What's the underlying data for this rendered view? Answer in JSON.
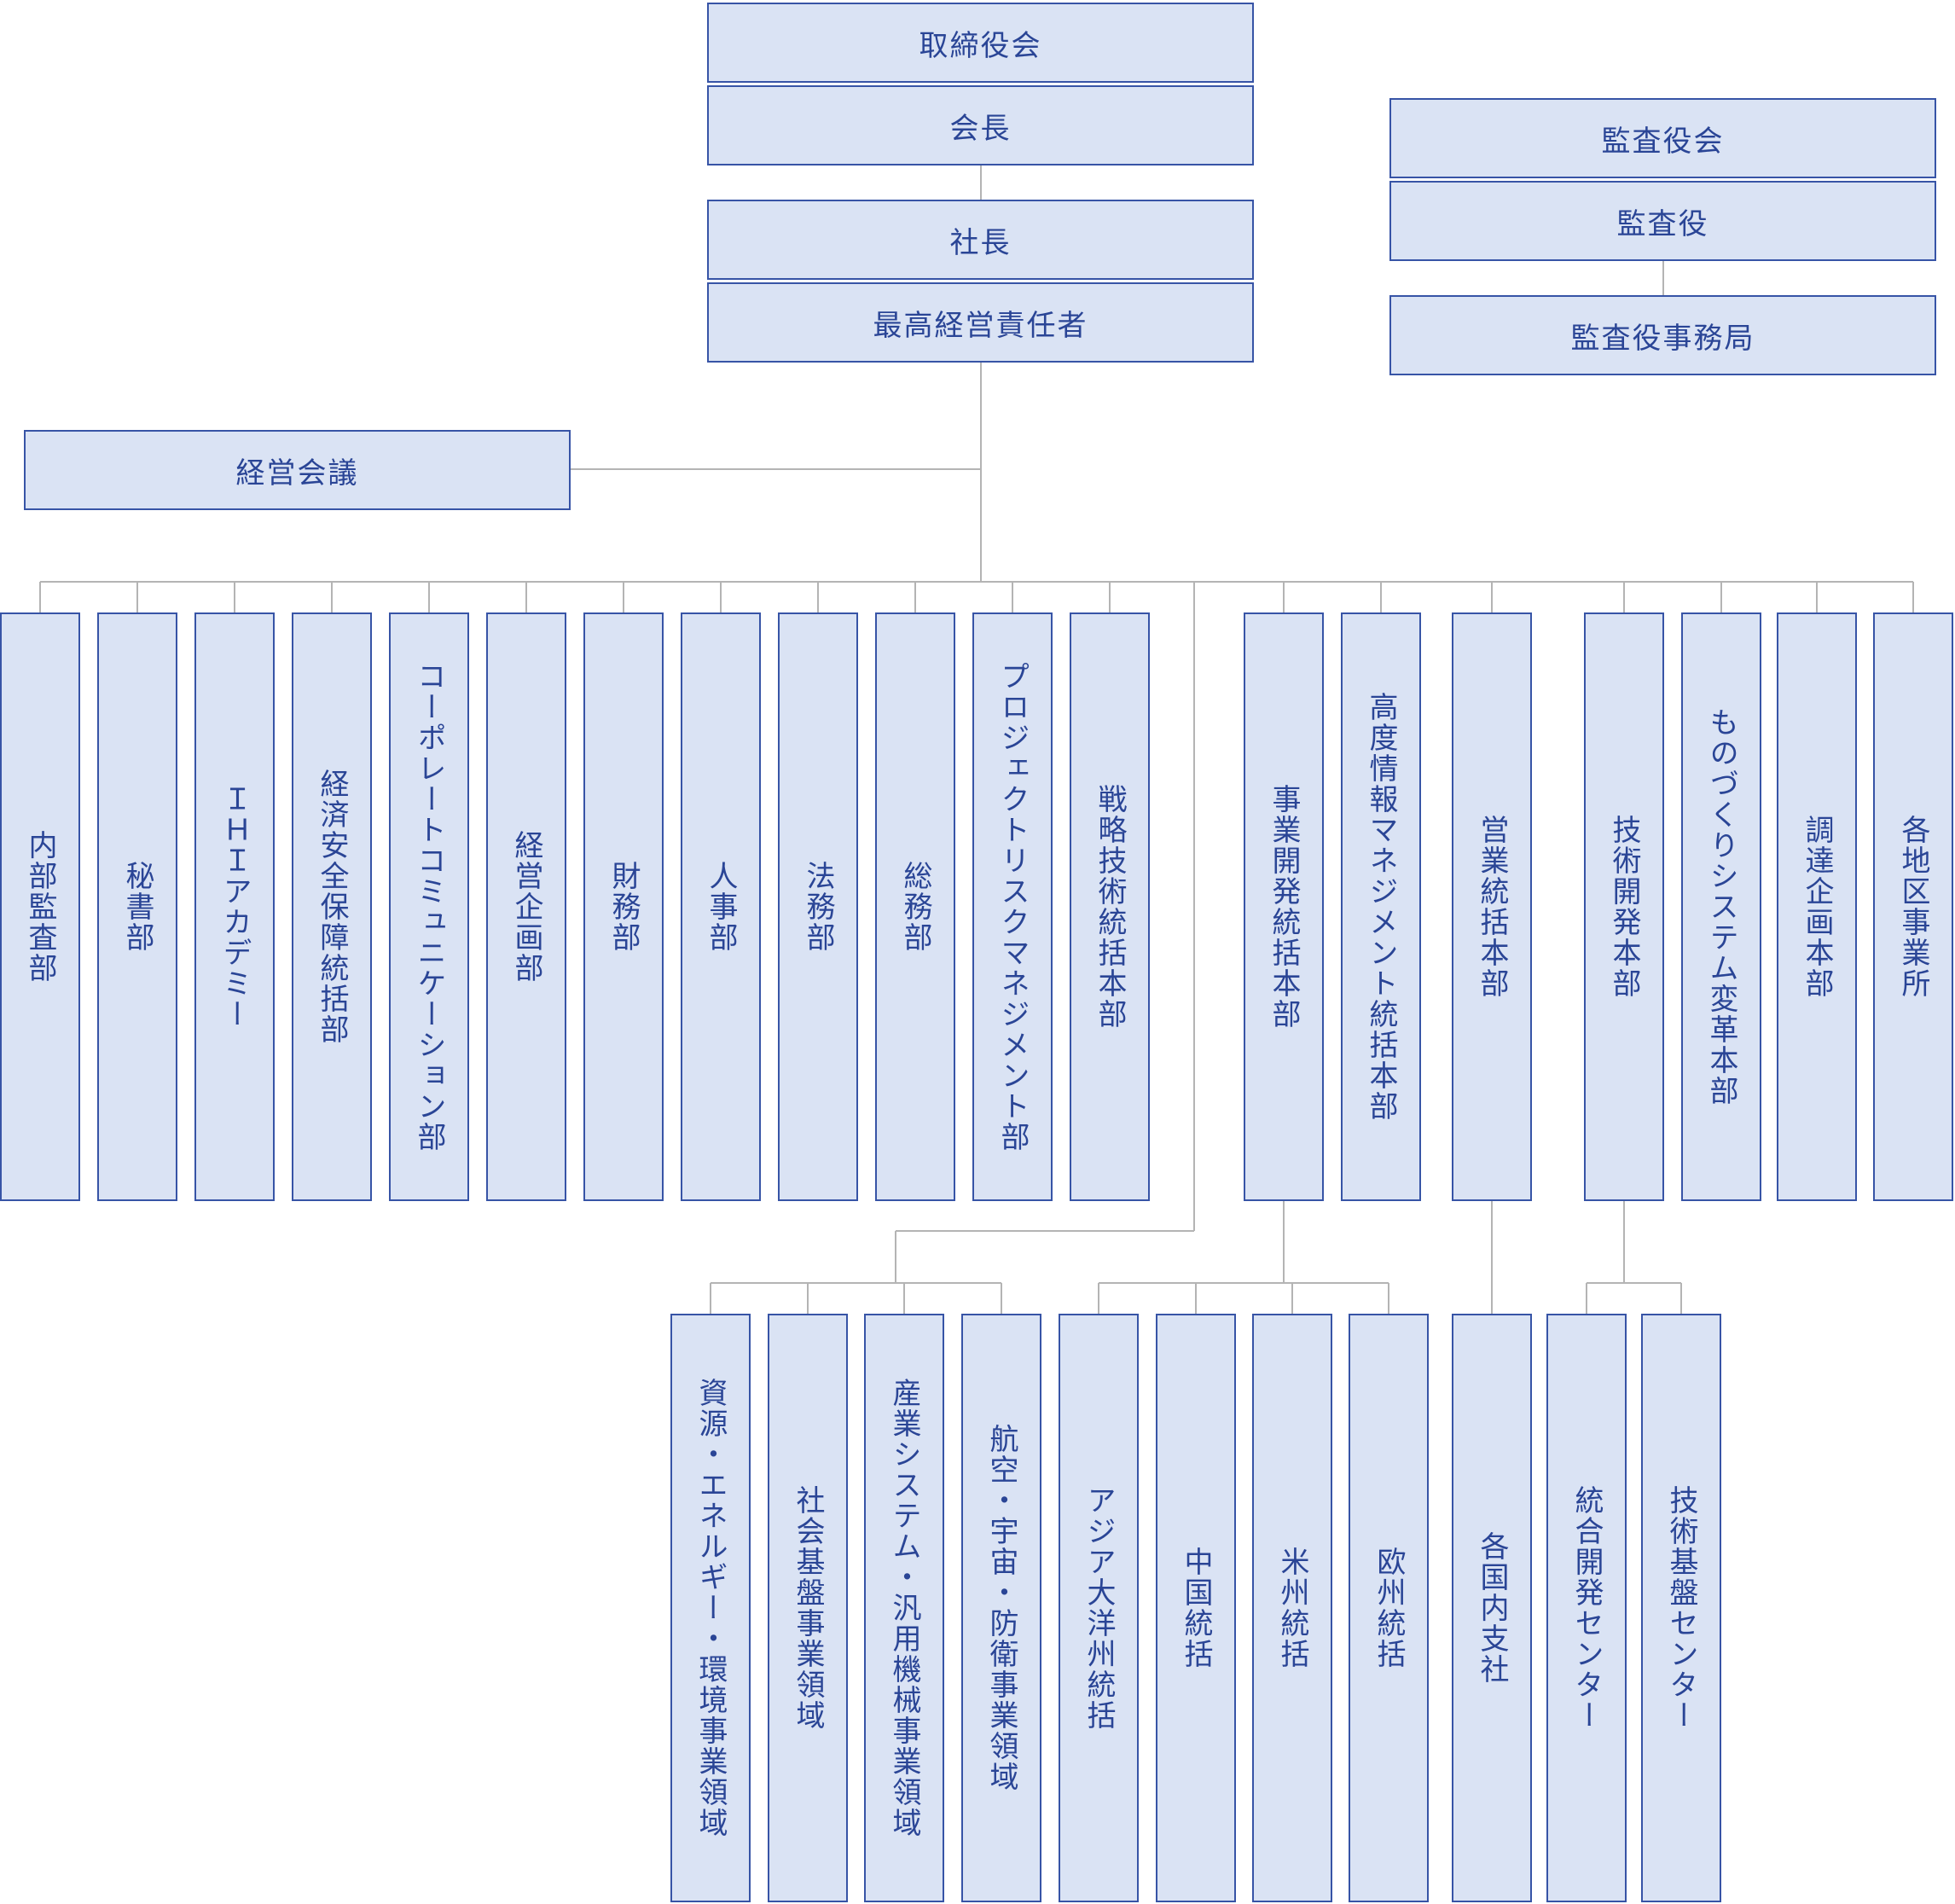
{
  "diagram": {
    "top": {
      "board": "取締役会",
      "chairman": "会長",
      "president": "社長",
      "ceo": "最高経営責任者"
    },
    "audit": {
      "board": "監査役会",
      "auditor": "監査役",
      "office": "監査役事務局"
    },
    "management_meeting": "経営会議",
    "departments": [
      "内部監査部",
      "秘書部",
      "ＩＨＩアカデミー",
      "経済安全保障統括部",
      "コーポレートコミュニケーション部",
      "経営企画部",
      "財務部",
      "人事部",
      "法務部",
      "総務部",
      "プロジェクトリスクマネジメント部",
      "戦略技術統括本部",
      "事業開発統括本部",
      "高度情報マネジメント統括本部",
      "営業統括本部",
      "技術開発本部",
      "ものづくりシステム変革本部",
      "調達企画本部",
      "各地区事業所"
    ],
    "business_areas": [
      "資源・エネルギー・環境事業領域",
      "社会基盤事業領域",
      "産業システム・汎用機械事業領域",
      "航空・宇宙・防衛事業領域"
    ],
    "regions": [
      "アジア大洋州統括",
      "中国統括",
      "米州統括",
      "欧州統括"
    ],
    "country_offices": "各国内支社",
    "tech_centers": [
      "統合開発センター",
      "技術基盤センター"
    ]
  }
}
